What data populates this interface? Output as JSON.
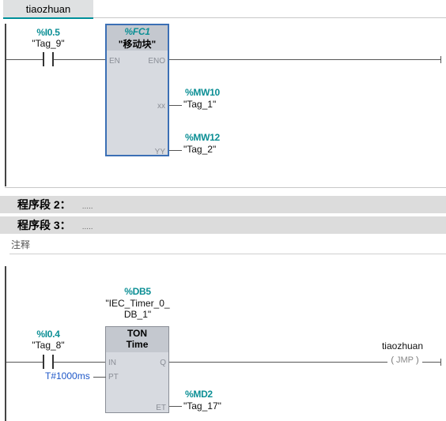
{
  "tab": {
    "label": "tiaozhuan"
  },
  "network1": {
    "contact": {
      "address": "%I0.5",
      "tag": "\"Tag_9\""
    },
    "block": {
      "address": "%FC1",
      "name": "\"移动块\"",
      "pin_en": "EN",
      "pin_eno": "ENO",
      "pin_xx": "xx",
      "pin_yy": "YY"
    },
    "out1": {
      "address": "%MW10",
      "tag": "\"Tag_1\""
    },
    "out2": {
      "address": "%MW12",
      "tag": "\"Tag_2\""
    }
  },
  "segment2": {
    "label": "程序段 2：",
    "dots": "....."
  },
  "segment3": {
    "label": "程序段 3：",
    "dots": "....."
  },
  "comment": {
    "text": "注释"
  },
  "network3": {
    "contact": {
      "address": "%I0.4",
      "tag": "\"Tag_8\""
    },
    "instance": {
      "address": "%DB5",
      "name_line1": "\"IEC_Timer_0_",
      "name_line2": "DB_1\""
    },
    "timer": {
      "type": "TON",
      "unit": "Time",
      "pin_in": "IN",
      "pin_q": "Q",
      "pin_pt": "PT",
      "pin_et": "ET",
      "pt_value": "T#1000ms"
    },
    "et_out": {
      "address": "%MD2",
      "tag": "\"Tag_17\""
    },
    "jump": {
      "label": "tiaozhuan",
      "coil": "JMP"
    }
  },
  "colors": {
    "address": "#0c8f95",
    "selection": "#3b6fb5",
    "tab_underline": "#00909a"
  }
}
